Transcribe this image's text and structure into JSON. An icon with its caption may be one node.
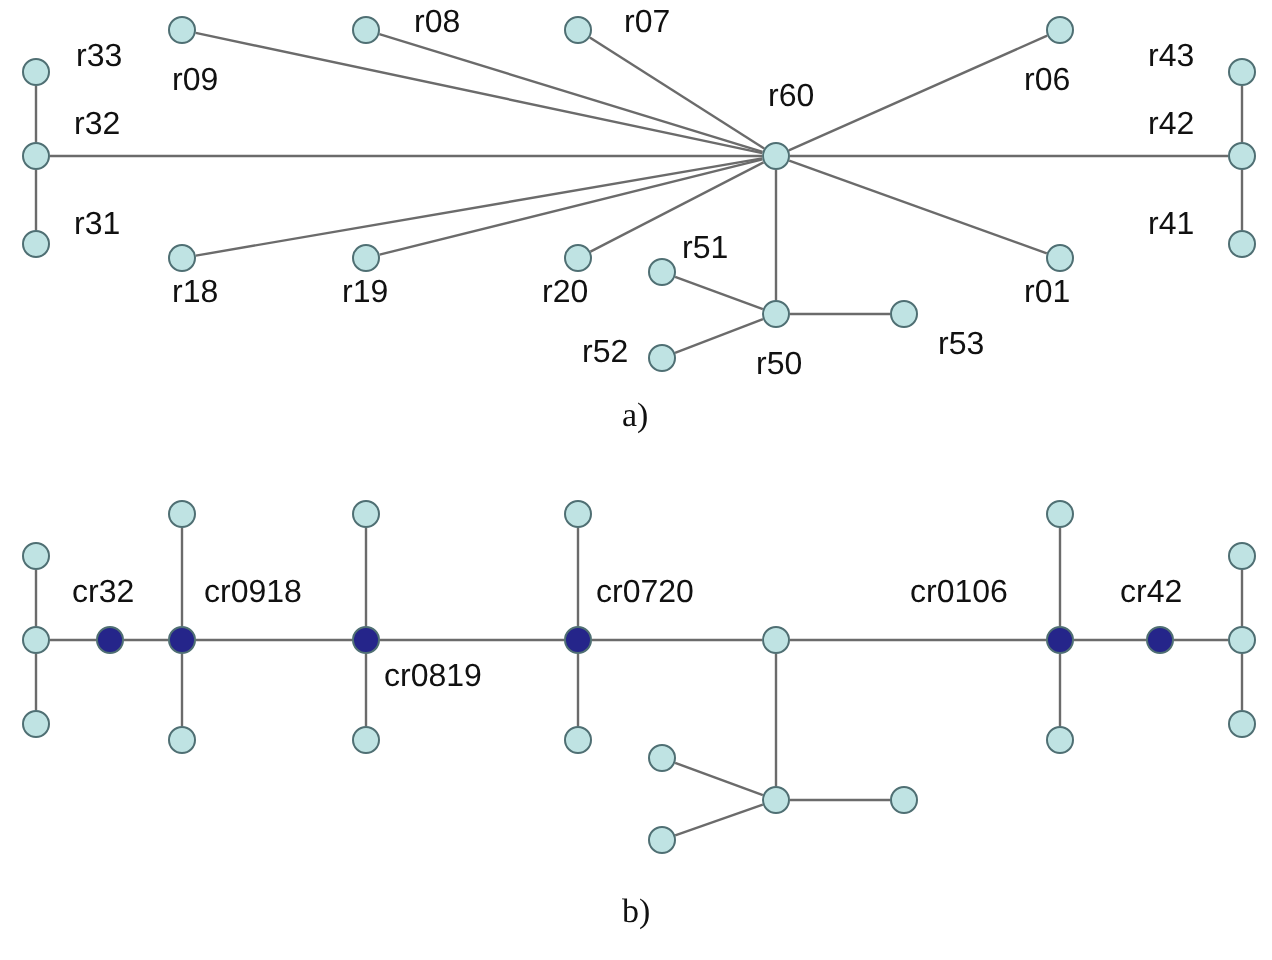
{
  "diagram": {
    "nodes": [
      {
        "text": [],
        "shape": "circle",
        "beside": [
          "r33"
        ]
      },
      {
        "text": [],
        "shape": "circle",
        "beside": [
          "r32"
        ]
      },
      {
        "text": [],
        "shape": "circle",
        "beside": [
          "r31"
        ]
      },
      {
        "text": [],
        "shape": "circle",
        "beside": [
          "r09"
        ]
      },
      {
        "text": [],
        "shape": "circle",
        "beside": [
          "r08"
        ]
      },
      {
        "text": [],
        "shape": "circle",
        "beside": [
          "r07"
        ]
      },
      {
        "text": [],
        "shape": "circle",
        "beside": [
          "r06"
        ]
      },
      {
        "text": [],
        "shape": "circle",
        "beside": [
          "r60"
        ]
      },
      {
        "text": [],
        "shape": "circle",
        "beside": [
          "r43"
        ]
      },
      {
        "text": [],
        "shape": "circle",
        "beside": [
          "r42"
        ]
      },
      {
        "text": [],
        "shape": "circle",
        "beside": [
          "r41"
        ]
      },
      {
        "text": [],
        "shape": "circle",
        "beside": [
          "r18"
        ]
      },
      {
        "text": [],
        "shape": "circle",
        "beside": [
          "r19"
        ]
      },
      {
        "text": [],
        "shape": "circle",
        "beside": [
          "r20"
        ]
      },
      {
        "text": [],
        "shape": "circle",
        "beside": [
          "r01"
        ]
      },
      {
        "text": [],
        "shape": "circle",
        "beside": [
          "r51"
        ]
      },
      {
        "text": [],
        "shape": "circle",
        "beside": [
          "r50"
        ]
      },
      {
        "text": [],
        "shape": "circle",
        "beside": [
          "r53"
        ]
      },
      {
        "text": [],
        "shape": "circle",
        "beside": [
          "r52"
        ]
      },
      {
        "text": [],
        "shape": "circle"
      },
      {
        "text": [],
        "shape": "circle"
      },
      {
        "text": [],
        "shape": "circle"
      },
      {
        "text": [],
        "shape": "dot",
        "beside": [
          "cr32"
        ]
      },
      {
        "text": [],
        "shape": "dot",
        "beside": [
          "cr0918"
        ]
      },
      {
        "text": [],
        "shape": "circle"
      },
      {
        "text": [],
        "shape": "circle"
      },
      {
        "text": [],
        "shape": "dot",
        "beside": [
          "cr0819"
        ]
      },
      {
        "text": [],
        "shape": "circle"
      },
      {
        "text": [],
        "shape": "circle"
      },
      {
        "text": [],
        "shape": "dot",
        "beside": [
          "cr0720"
        ]
      },
      {
        "text": [],
        "shape": "circle"
      },
      {
        "text": [],
        "shape": "circle"
      },
      {
        "text": [],
        "shape": "circle"
      },
      {
        "text": [],
        "shape": "circle"
      },
      {
        "text": [],
        "shape": "circle"
      },
      {
        "text": [],
        "shape": "circle"
      },
      {
        "text": [],
        "shape": "circle"
      },
      {
        "text": [],
        "shape": "dot",
        "beside": [
          "cr0106"
        ]
      },
      {
        "text": [],
        "shape": "circle"
      },
      {
        "text": [],
        "shape": "circle"
      },
      {
        "text": [],
        "shape": "dot",
        "beside": [
          "cr42"
        ]
      },
      {
        "text": [],
        "shape": "circle"
      },
      {
        "text": [],
        "shape": "circle"
      },
      {
        "text": [],
        "shape": "circle"
      }
    ],
    "edges": [
      {
        "from": 0,
        "to": 1,
        "arrow": "none"
      },
      {
        "from": 1,
        "to": 2,
        "arrow": "none"
      },
      {
        "from": 1,
        "to": 7,
        "arrow": "none"
      },
      {
        "from": 3,
        "to": 7,
        "arrow": "none"
      },
      {
        "from": 4,
        "to": 7,
        "arrow": "none"
      },
      {
        "from": 5,
        "to": 7,
        "arrow": "none"
      },
      {
        "from": 6,
        "to": 7,
        "arrow": "none"
      },
      {
        "from": 7,
        "to": 9,
        "arrow": "none"
      },
      {
        "from": 8,
        "to": 9,
        "arrow": "none"
      },
      {
        "from": 9,
        "to": 10,
        "arrow": "none"
      },
      {
        "from": 11,
        "to": 7,
        "arrow": "none"
      },
      {
        "from": 12,
        "to": 7,
        "arrow": "none"
      },
      {
        "from": 13,
        "to": 7,
        "arrow": "none"
      },
      {
        "from": 14,
        "to": 7,
        "arrow": "none"
      },
      {
        "from": 7,
        "to": 16,
        "arrow": "none"
      },
      {
        "from": 15,
        "to": 16,
        "arrow": "none"
      },
      {
        "from": 18,
        "to": 16,
        "arrow": "none"
      },
      {
        "from": 16,
        "to": 17,
        "arrow": "none"
      },
      {
        "from": 19,
        "to": 20,
        "arrow": "none"
      },
      {
        "from": 20,
        "to": 21,
        "arrow": "none"
      },
      {
        "from": 20,
        "to": 22,
        "arrow": "none"
      },
      {
        "from": 22,
        "to": 23,
        "arrow": "none"
      },
      {
        "from": 24,
        "to": 23,
        "arrow": "none"
      },
      {
        "from": 23,
        "to": 25,
        "arrow": "none"
      },
      {
        "from": 23,
        "to": 26,
        "arrow": "none"
      },
      {
        "from": 27,
        "to": 26,
        "arrow": "none"
      },
      {
        "from": 26,
        "to": 28,
        "arrow": "none"
      },
      {
        "from": 26,
        "to": 29,
        "arrow": "none"
      },
      {
        "from": 30,
        "to": 29,
        "arrow": "none"
      },
      {
        "from": 29,
        "to": 31,
        "arrow": "none"
      },
      {
        "from": 29,
        "to": 32,
        "arrow": "none"
      },
      {
        "from": 32,
        "to": 33,
        "arrow": "none"
      },
      {
        "from": 34,
        "to": 33,
        "arrow": "none"
      },
      {
        "from": 35,
        "to": 33,
        "arrow": "none"
      },
      {
        "from": 33,
        "to": 36,
        "arrow": "none"
      },
      {
        "from": 32,
        "to": 37,
        "arrow": "none"
      },
      {
        "from": 38,
        "to": 37,
        "arrow": "none"
      },
      {
        "from": 37,
        "to": 39,
        "arrow": "none"
      },
      {
        "from": 37,
        "to": 40,
        "arrow": "none"
      },
      {
        "from": 40,
        "to": 42,
        "arrow": "none"
      },
      {
        "from": 41,
        "to": 42,
        "arrow": "none"
      },
      {
        "from": 42,
        "to": 43,
        "arrow": "none"
      }
    ],
    "labels": [
      "a)",
      "b)"
    ]
  }
}
